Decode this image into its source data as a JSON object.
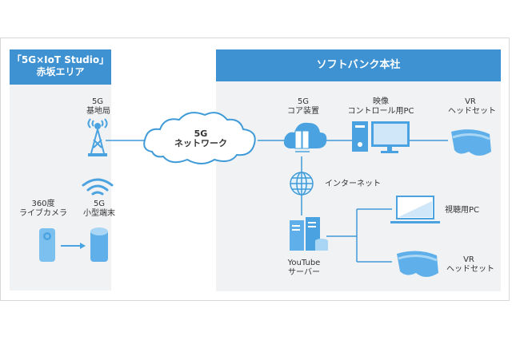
{
  "colors": {
    "accent": "#3f92d2",
    "icon": "#4aa3e0",
    "icon_light": "#7cc0ef",
    "line": "#3f9ad8",
    "panel": "#f1f2f4"
  },
  "left_panel": {
    "title_line1": "「5G×IoT Studio」",
    "title_line2": "赤坂エリア",
    "base_station": {
      "line1": "5G",
      "line2": "基地局",
      "icon": "antenna-tower-icon"
    },
    "terminal": {
      "line1": "5G",
      "line2": "小型端末",
      "icon": "small-terminal-icon"
    },
    "camera": {
      "line1": "360度",
      "line2": "ライブカメラ",
      "icon": "camera-icon"
    }
  },
  "network": {
    "line1": "5G",
    "line2": "ネットワーク",
    "icon": "cloud-icon"
  },
  "right_panel": {
    "title": "ソフトバンク本社",
    "core": {
      "line1": "5G",
      "line2": "コア装置",
      "icon": "cloud-server-icon"
    },
    "control_pc": {
      "line1": "映像",
      "line2": "コントロール用PC",
      "icon": "desktop-pc-icon"
    },
    "vr_top": {
      "line1": "VR",
      "line2": "ヘッドセット",
      "icon": "vr-headset-icon"
    },
    "internet": {
      "label": "インターネット",
      "icon": "globe-icon"
    },
    "viewer_pc": {
      "label": "視聴用PC",
      "icon": "laptop-icon"
    },
    "youtube": {
      "line1": "YouTube",
      "line2": "サーバー",
      "icon": "server-icon"
    },
    "vr_bottom": {
      "line1": "VR",
      "line2": "ヘッドセット",
      "icon": "vr-headset-icon"
    }
  }
}
